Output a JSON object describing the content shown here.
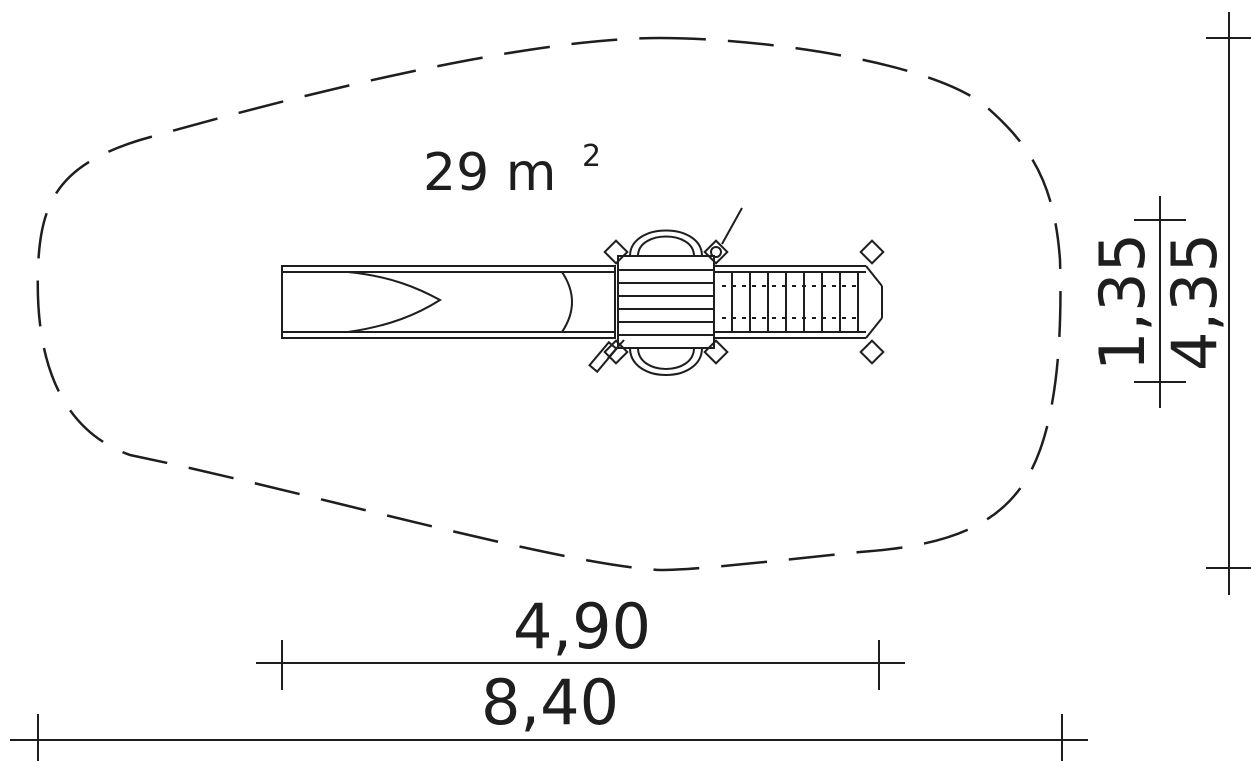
{
  "drawing": {
    "area": {
      "value": "29 m",
      "superscript": "2"
    },
    "dimensions": {
      "inner_width": "4,90",
      "outer_width": "8,40",
      "inner_height": "1,35",
      "outer_height": "4,35"
    }
  }
}
